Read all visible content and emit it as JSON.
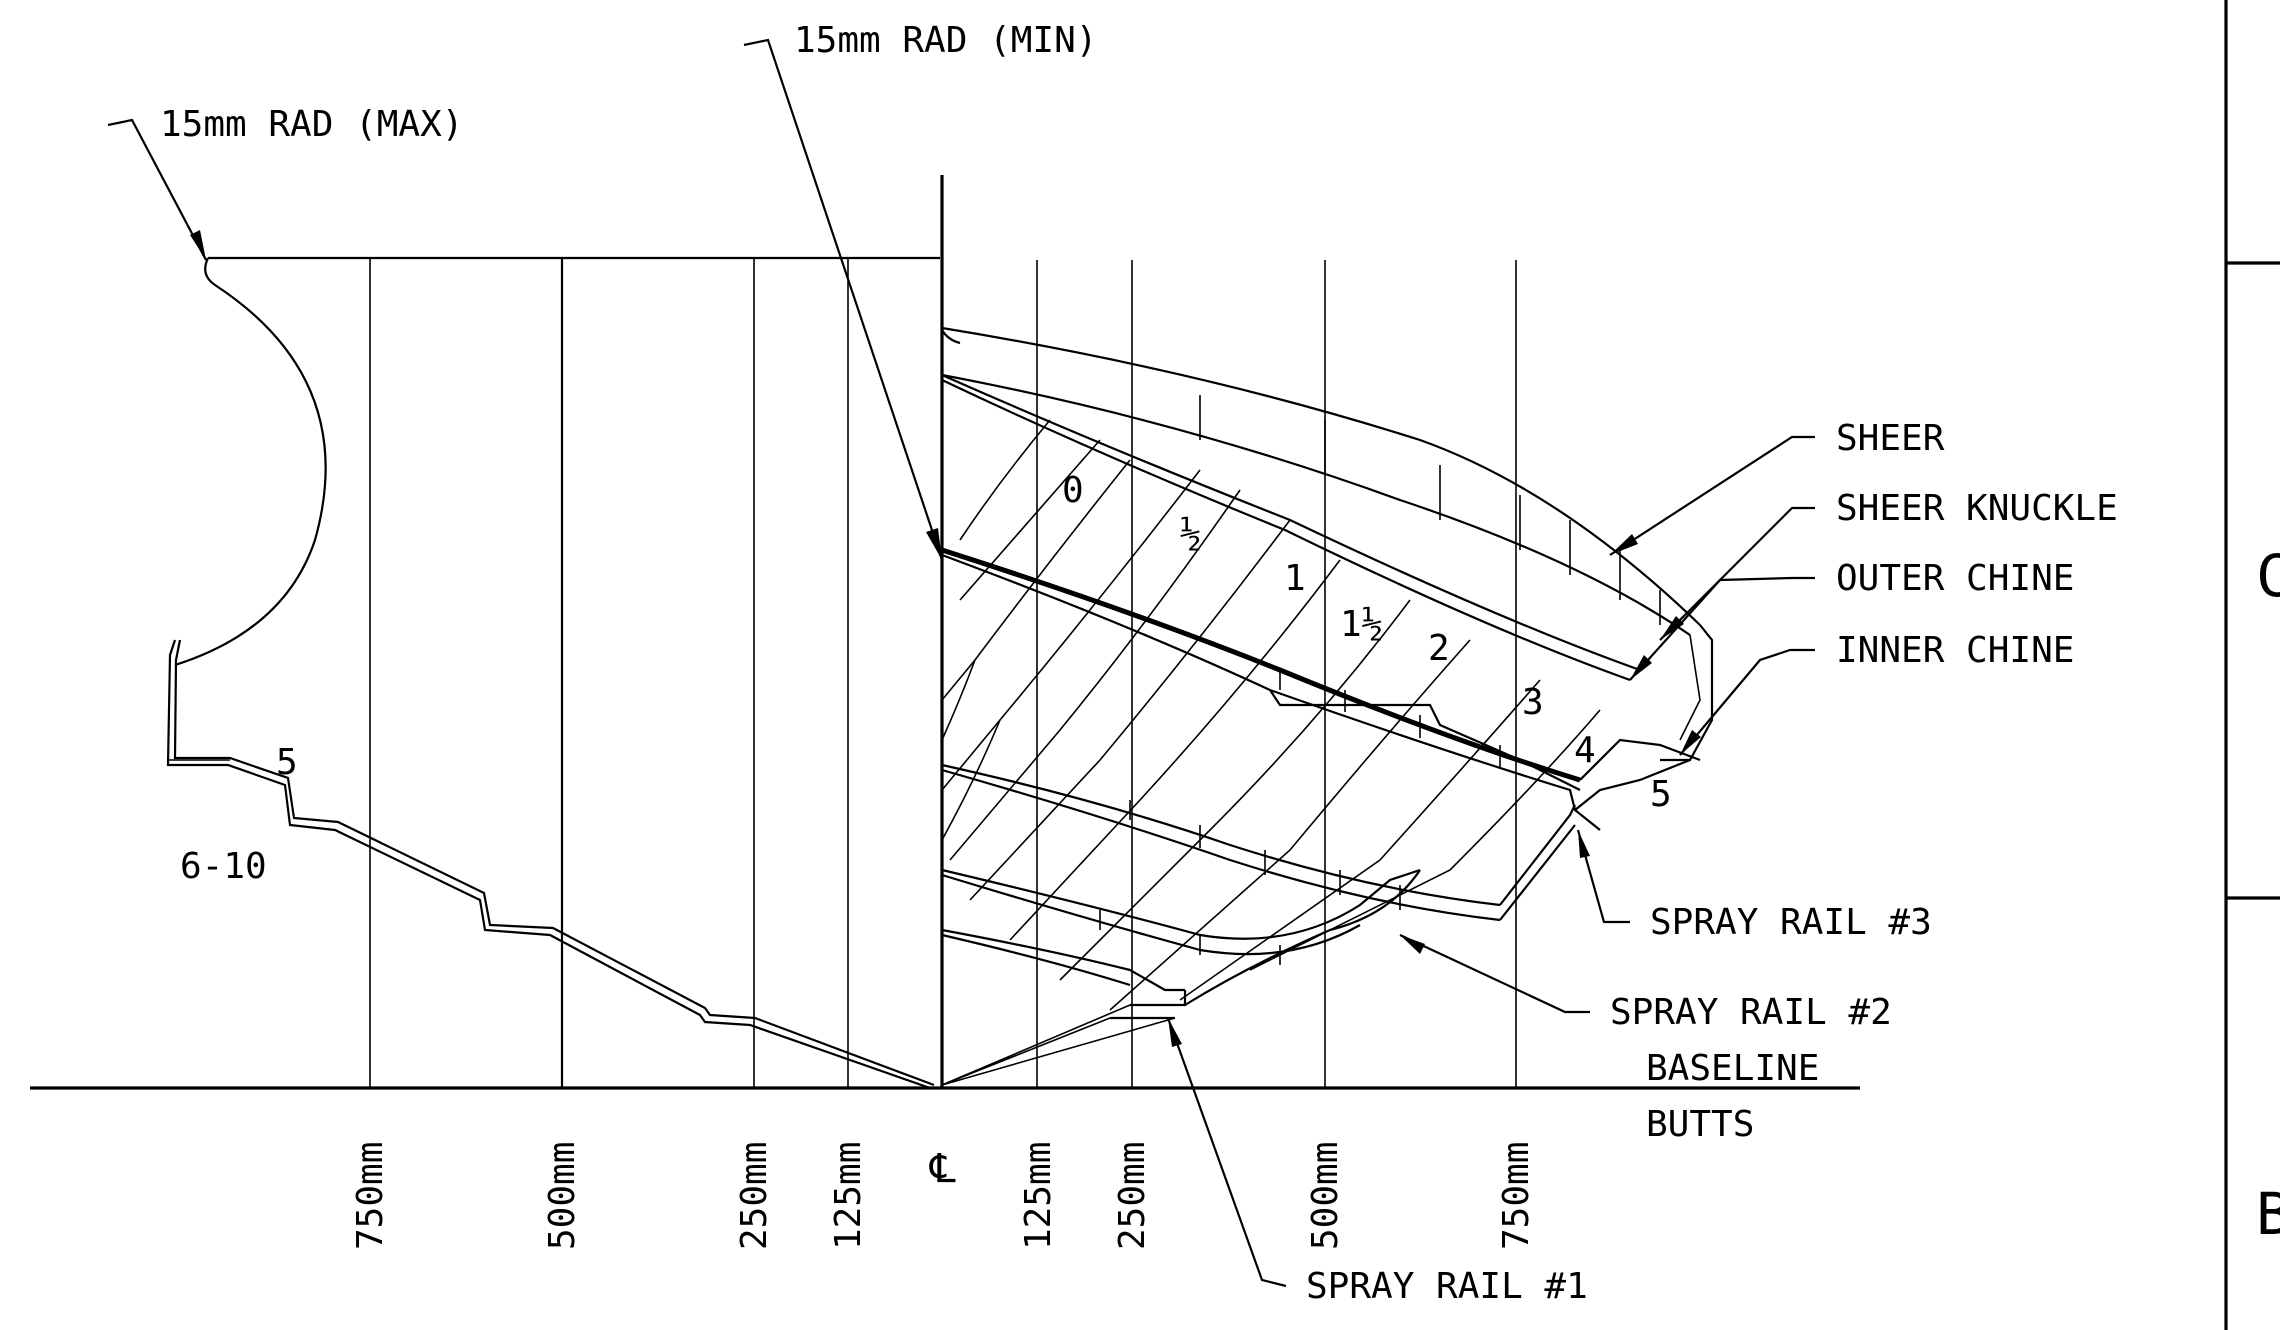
{
  "leaders": {
    "rad_min": "15mm RAD (MIN)",
    "rad_max": "15mm RAD (MAX)"
  },
  "section_labels": {
    "left_station": "5",
    "left_range": "6-10"
  },
  "station_numbers": [
    "0",
    "1",
    "2",
    "3",
    "4",
    "5"
  ],
  "half_stations": [
    "½",
    "1½"
  ],
  "callouts": [
    {
      "id": "sheer",
      "label": "SHEER"
    },
    {
      "id": "sheer-knuckle",
      "label": "SHEER KNUCKLE"
    },
    {
      "id": "outer-chine",
      "label": "OUTER CHINE"
    },
    {
      "id": "inner-chine",
      "label": "INNER CHINE"
    },
    {
      "id": "spray-rail-3",
      "label": "SPRAY RAIL #3"
    },
    {
      "id": "spray-rail-2",
      "label": "SPRAY RAIL #2"
    },
    {
      "id": "spray-rail-1",
      "label": "SPRAY RAIL #1"
    }
  ],
  "baseline_label": "BASELINE",
  "butts_label": "BUTTS",
  "butt_ticks_left": [
    "750mm",
    "500mm",
    "250mm",
    "125mm"
  ],
  "butt_ticks_right": [
    "125mm",
    "250mm",
    "500mm",
    "750mm"
  ],
  "centerline_symbol": "℄",
  "title_block_letters": [
    "C",
    "B"
  ]
}
